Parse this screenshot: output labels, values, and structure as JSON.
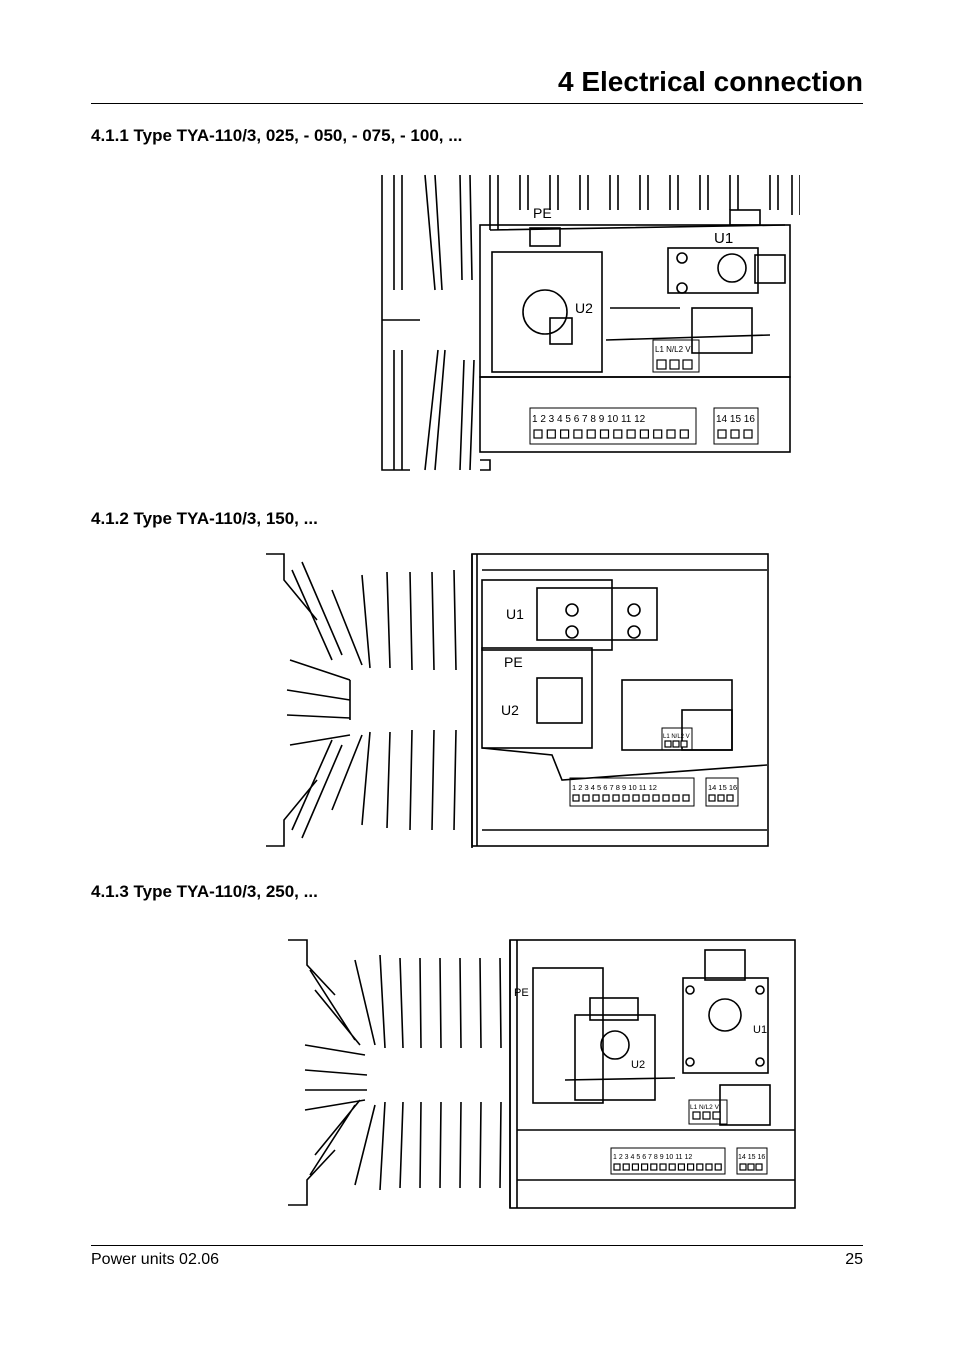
{
  "header": {
    "chapter_title": "4 Electrical connection"
  },
  "sections": [
    {
      "heading": "4.1.1 Type TYA-110/3, 025, - 050, - 075, - 100, ...",
      "labels": {
        "pe": "PE",
        "u1": "U1",
        "u2": "U2",
        "supply_terminals": "L1 N/L2 V",
        "control_terminals": "1 2 3 4 5 6 7 8 9 10 11 12",
        "aux_terminals": "14 15 16"
      }
    },
    {
      "heading": "4.1.2 Type TYA-110/3, 150, ...",
      "labels": {
        "pe": "PE",
        "u1": "U1",
        "u2": "U2",
        "supply_terminals": "L1 N/L2 V",
        "control_terminals": "1 2 3 4 5 6 7 8 9 10 11 12",
        "aux_terminals": "14 15 16"
      }
    },
    {
      "heading": "4.1.3 Type TYA-110/3, 250, ...",
      "labels": {
        "pe": "PE",
        "u1": "U1",
        "u2": "U2",
        "supply_terminals": "L1 N/L2 V",
        "control_terminals": "1 2 3 4 5 6 7 8 9 10 11 12",
        "aux_terminals": "14 15 16"
      }
    }
  ],
  "footer": {
    "document": "Power units 02.06",
    "page_number": "25"
  }
}
